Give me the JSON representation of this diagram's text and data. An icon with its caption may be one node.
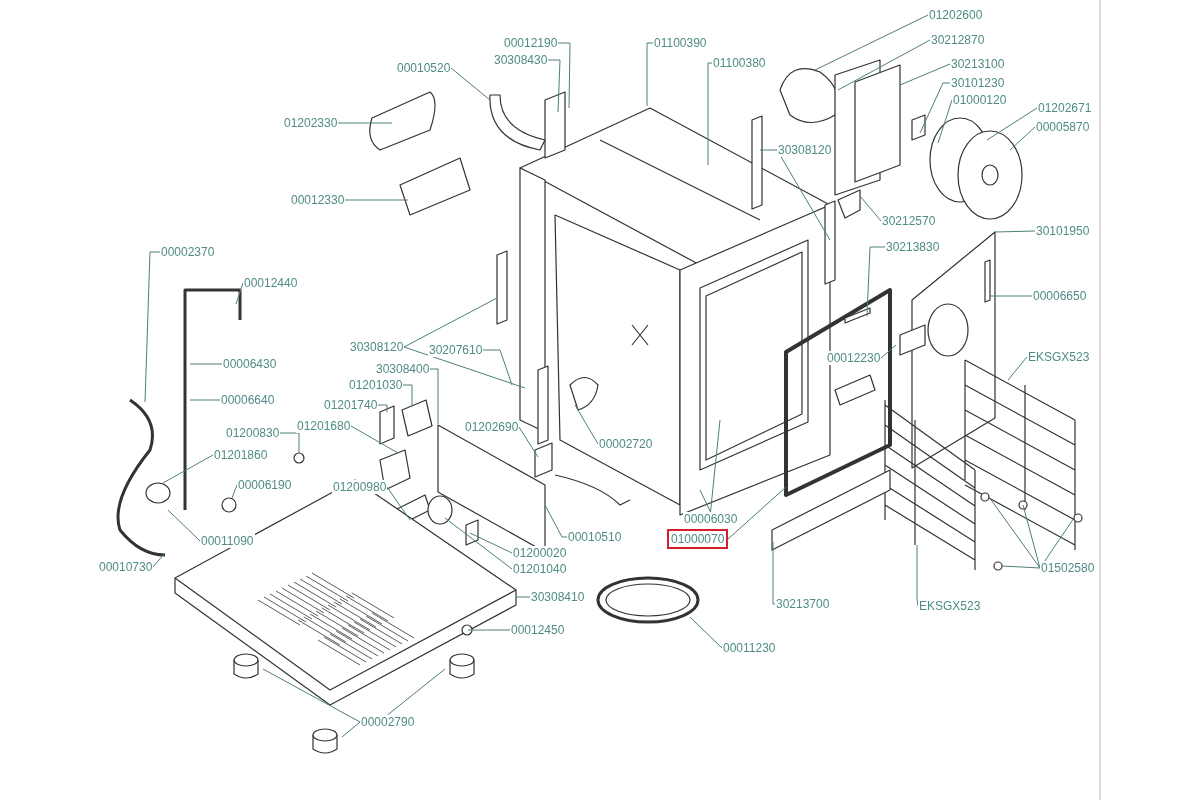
{
  "diagram": {
    "nodes": [
      {
        "text": [
          "00012190"
        ]
      },
      {
        "text": [
          "30308430"
        ]
      },
      {
        "text": [
          "00010520"
        ]
      },
      {
        "text": [
          "01202330"
        ]
      },
      {
        "text": [
          "00012330"
        ]
      },
      {
        "text": [
          "01100390"
        ]
      },
      {
        "text": [
          "01100380"
        ]
      },
      {
        "text": [
          "01202600"
        ]
      },
      {
        "text": [
          "30212870"
        ]
      },
      {
        "text": [
          "30213100"
        ]
      },
      {
        "text": [
          "30101230"
        ]
      },
      {
        "text": [
          "01000120"
        ]
      },
      {
        "text": [
          "01202671"
        ]
      },
      {
        "text": [
          "00005870"
        ]
      },
      {
        "text": [
          "30308120"
        ]
      },
      {
        "text": [
          "30212570"
        ]
      },
      {
        "text": [
          "30213830"
        ]
      },
      {
        "text": [
          "30101950"
        ]
      },
      {
        "text": [
          "00006650"
        ]
      },
      {
        "text": [
          "00002370"
        ]
      },
      {
        "text": [
          "00012440"
        ]
      },
      {
        "text": [
          "00006430"
        ]
      },
      {
        "text": [
          "00006640"
        ]
      },
      {
        "text": [
          "30308120"
        ]
      },
      {
        "text": [
          "30207610"
        ]
      },
      {
        "text": [
          "30308400"
        ]
      },
      {
        "text": [
          "01201030"
        ]
      },
      {
        "text": [
          "01201740"
        ]
      },
      {
        "text": [
          "01201680"
        ]
      },
      {
        "text": [
          "01200830"
        ]
      },
      {
        "text": [
          "01201860"
        ]
      },
      {
        "text": [
          "01200980"
        ]
      },
      {
        "text": [
          "00006190"
        ]
      },
      {
        "text": [
          "00011090"
        ]
      },
      {
        "text": [
          "00010730"
        ]
      },
      {
        "text": [
          "01202690"
        ]
      },
      {
        "text": [
          "00002720"
        ]
      },
      {
        "text": [
          "00006030"
        ]
      },
      {
        "text": [
          "01000070"
        ]
      },
      {
        "text": [
          "00010510"
        ]
      },
      {
        "text": [
          "01200020"
        ]
      },
      {
        "text": [
          "01201040"
        ]
      },
      {
        "text": [
          "30308410"
        ]
      },
      {
        "text": [
          "00012450"
        ]
      },
      {
        "text": [
          "00011230"
        ]
      },
      {
        "text": [
          "30213700"
        ]
      },
      {
        "text": [
          "EKSGX523"
        ]
      },
      {
        "text": [
          "EKSGX523"
        ]
      },
      {
        "text": [
          "01502580"
        ]
      },
      {
        "text": [
          "00002790"
        ]
      },
      {
        "text": [
          "00012230"
        ]
      }
    ],
    "edges": [
      {
        "from": 0,
        "to": null,
        "arrow": "none"
      },
      {
        "from": 1,
        "to": null,
        "arrow": "none"
      },
      {
        "from": 2,
        "to": null,
        "arrow": "none"
      },
      {
        "from": 3,
        "to": null,
        "arrow": "none"
      },
      {
        "from": 4,
        "to": null,
        "arrow": "none"
      },
      {
        "from": 5,
        "to": null,
        "arrow": "none"
      },
      {
        "from": 6,
        "to": null,
        "arrow": "none"
      },
      {
        "from": 7,
        "to": null,
        "arrow": "none"
      },
      {
        "from": 8,
        "to": null,
        "arrow": "none"
      },
      {
        "from": 9,
        "to": null,
        "arrow": "none"
      },
      {
        "from": 10,
        "to": null,
        "arrow": "none"
      },
      {
        "from": 11,
        "to": null,
        "arrow": "none"
      },
      {
        "from": 12,
        "to": null,
        "arrow": "none"
      },
      {
        "from": 13,
        "to": null,
        "arrow": "none"
      },
      {
        "from": 14,
        "to": null,
        "arrow": "none"
      },
      {
        "from": 14,
        "to": null,
        "arrow": "none"
      },
      {
        "from": 15,
        "to": null,
        "arrow": "none"
      },
      {
        "from": 16,
        "to": null,
        "arrow": "none"
      },
      {
        "from": 17,
        "to": null,
        "arrow": "none"
      },
      {
        "from": 18,
        "to": null,
        "arrow": "none"
      },
      {
        "from": 19,
        "to": null,
        "arrow": "none"
      },
      {
        "from": 20,
        "to": null,
        "arrow": "none"
      },
      {
        "from": 21,
        "to": null,
        "arrow": "none"
      },
      {
        "from": 22,
        "to": null,
        "arrow": "none"
      },
      {
        "from": 23,
        "to": null,
        "arrow": "none"
      },
      {
        "from": 23,
        "to": null,
        "arrow": "none"
      },
      {
        "from": 24,
        "to": null,
        "arrow": "none"
      },
      {
        "from": 25,
        "to": null,
        "arrow": "none"
      },
      {
        "from": 26,
        "to": null,
        "arrow": "none"
      },
      {
        "from": 27,
        "to": null,
        "arrow": "none"
      },
      {
        "from": 28,
        "to": null,
        "arrow": "none"
      },
      {
        "from": 29,
        "to": null,
        "arrow": "none"
      },
      {
        "from": 30,
        "to": null,
        "arrow": "none"
      },
      {
        "from": 31,
        "to": null,
        "arrow": "none"
      },
      {
        "from": 32,
        "to": null,
        "arrow": "none"
      },
      {
        "from": 33,
        "to": null,
        "arrow": "none"
      },
      {
        "from": 34,
        "to": null,
        "arrow": "none"
      },
      {
        "from": 35,
        "to": null,
        "arrow": "none"
      },
      {
        "from": 36,
        "to": null,
        "arrow": "none"
      },
      {
        "from": 37,
        "to": null,
        "arrow": "none"
      },
      {
        "from": 37,
        "to": null,
        "arrow": "none"
      },
      {
        "from": 38,
        "to": null,
        "arrow": "none"
      },
      {
        "from": 39,
        "to": null,
        "arrow": "none"
      },
      {
        "from": 40,
        "to": null,
        "arrow": "none"
      },
      {
        "from": 41,
        "to": null,
        "arrow": "none"
      },
      {
        "from": 42,
        "to": null,
        "arrow": "none"
      },
      {
        "from": 43,
        "to": null,
        "arrow": "none"
      },
      {
        "from": 44,
        "to": null,
        "arrow": "none"
      },
      {
        "from": 45,
        "to": null,
        "arrow": "none"
      },
      {
        "from": 46,
        "to": null,
        "arrow": "none"
      },
      {
        "from": 47,
        "to": null,
        "arrow": "none"
      },
      {
        "from": 48,
        "to": null,
        "arrow": "none"
      },
      {
        "from": 48,
        "to": null,
        "arrow": "none"
      },
      {
        "from": 48,
        "to": null,
        "arrow": "none"
      },
      {
        "from": 48,
        "to": null,
        "arrow": "none"
      },
      {
        "from": 49,
        "to": null,
        "arrow": "none"
      },
      {
        "from": 49,
        "to": null,
        "arrow": "none"
      },
      {
        "from": 49,
        "to": null,
        "arrow": "none"
      },
      {
        "from": 50,
        "to": null,
        "arrow": "none"
      }
    ]
  }
}
